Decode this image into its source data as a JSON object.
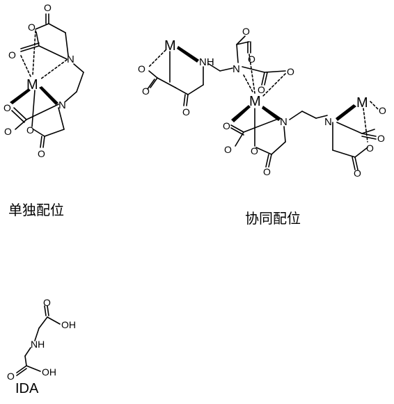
{
  "captions": {
    "single": "单独配位",
    "synergy": "协同配位",
    "ida": "IDA"
  },
  "atoms": {
    "metal": "M",
    "nitrogen": "N",
    "amine": "NH",
    "oxygen": "O",
    "hydroxyl": "OH"
  }
}
